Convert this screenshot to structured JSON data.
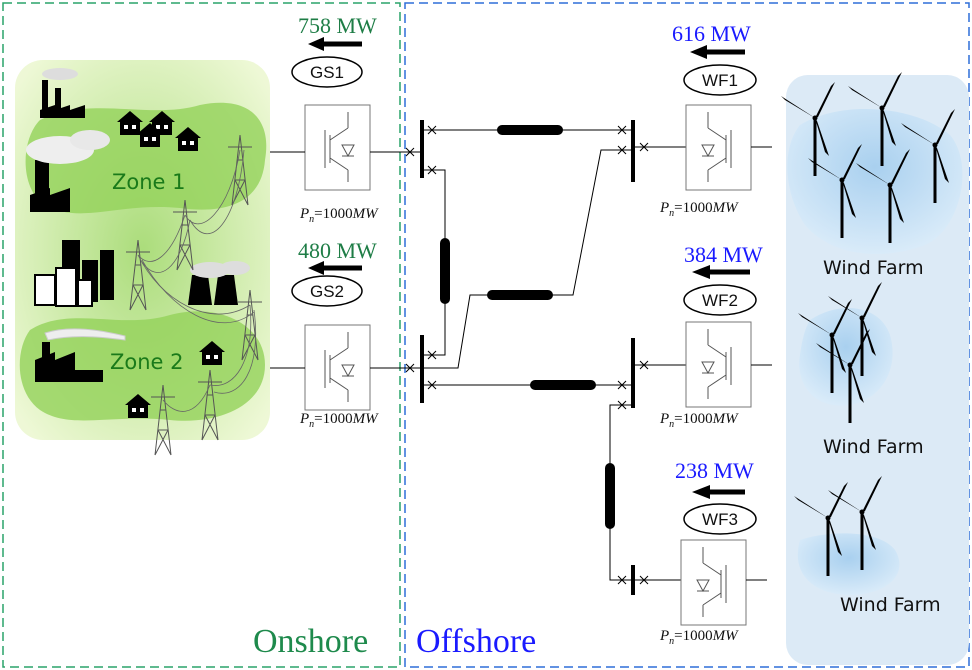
{
  "zones": {
    "zone1": "Zone 1",
    "zone2": "Zone 2"
  },
  "regions": {
    "onshore": "Onshore",
    "offshore": "Offshore"
  },
  "ground_stations": [
    {
      "name": "GS1",
      "power": "758 MW"
    },
    {
      "name": "GS2",
      "power": "480 MW"
    }
  ],
  "wind_farms": [
    {
      "name": "WF1",
      "power": "616  MW",
      "label": "Wind Farm"
    },
    {
      "name": "WF2",
      "power": "384 MW",
      "label": "Wind Farm"
    },
    {
      "name": "WF3",
      "power": "238  MW",
      "label": "Wind Farm"
    }
  ],
  "converter_rating": {
    "symbol": "P",
    "subscript": "n",
    "value": "=1000",
    "unit": "MW"
  },
  "colors": {
    "onshore_border": "#2aa36a",
    "offshore_border": "#2f6fd8",
    "onshore_text": "#1e8a4c",
    "offshore_text": "#1a1aff",
    "land_fill": "#a8d66a",
    "sea_fill": "#d7e9f7",
    "turbine_water": "#9cc8ea"
  },
  "icons": [
    "factory-icon",
    "house-icon",
    "pylon-icon",
    "cooling-tower-icon",
    "wind-turbine-icon",
    "converter-icon",
    "arrow-left-icon"
  ]
}
